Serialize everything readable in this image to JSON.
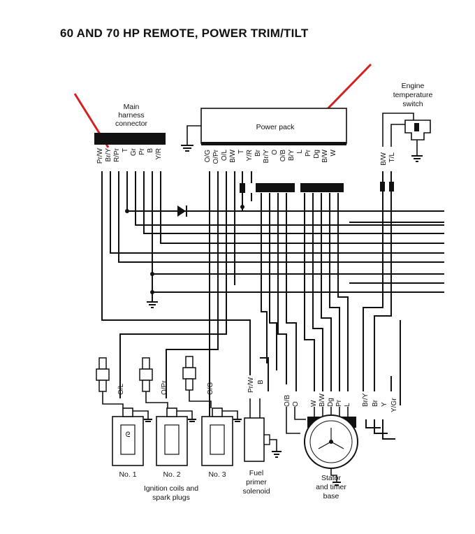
{
  "title": "60 AND 70 HP REMOTE, POWER TRIM/TILT",
  "labels": {
    "main_harness": [
      "Main",
      "harness",
      "connector"
    ],
    "power_pack": "Power pack",
    "engine_temp": [
      "Engine",
      "temperature",
      "switch"
    ],
    "no1": "No. 1",
    "no2": "No. 2",
    "no3": "No. 3",
    "ignition": [
      "Ignition coils and",
      "spark plugs"
    ],
    "fuel": [
      "Fuel",
      "primer",
      "solenoid"
    ],
    "stator": [
      "Stator",
      "and timer",
      "base"
    ]
  },
  "harness_pins": [
    "Pr/W",
    "Br/Y",
    "R/Pr",
    "T",
    "Gr",
    "Pr",
    "B",
    "Y/R"
  ],
  "power_pack_pins": [
    "O/G",
    "O/Pr",
    "O/L",
    "B/W",
    "T",
    "Y/R",
    "Br",
    "Br/Y",
    "O",
    "O/B",
    "B/Y",
    "L",
    "Pr",
    "Dg",
    "B/W",
    "W"
  ],
  "temp_switch_pins": [
    "B/W",
    "T/L"
  ],
  "coil_wires": [
    "O/L",
    "O/Pr",
    "O/G"
  ],
  "fuel_wires": [
    "Pr/W",
    "B"
  ],
  "stator_wires": [
    "O/B",
    "O",
    "W",
    "B/W",
    "Dg",
    "Pr",
    "L",
    "Br/Y",
    "Br",
    "Y",
    "Y/Gr"
  ],
  "accent_color": "#d42020"
}
